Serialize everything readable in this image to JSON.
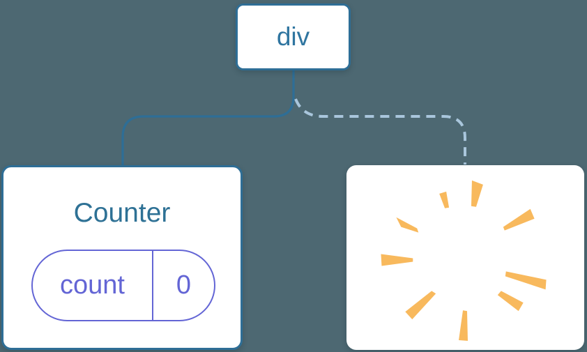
{
  "tree": {
    "root": {
      "label": "div"
    },
    "children": [
      {
        "type": "component-card",
        "title": "Counter",
        "edge_style": "solid",
        "state": [
          {
            "key": "count",
            "value": "0"
          }
        ]
      },
      {
        "type": "removed-card",
        "edge_style": "dashed",
        "icon": "poof-icon"
      }
    ]
  },
  "colors": {
    "background": "#4D6872",
    "edge_solid": "#2E6E96",
    "edge_dashed": "#A9C6DC",
    "card": "#FFFFFF",
    "node_text": "#2F75A0",
    "counter_title": "#2E7195",
    "state_accent": "#6365D5",
    "poof": "#F8B95D"
  }
}
